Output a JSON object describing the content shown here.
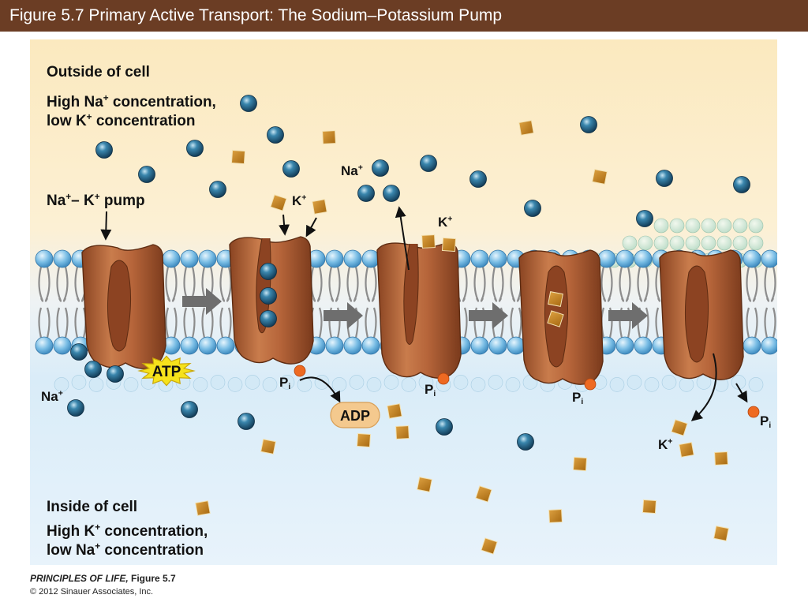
{
  "slide": {
    "title": "Figure 5.7  Primary Active Transport: The Sodium–Potassium Pump"
  },
  "labels": {
    "outside": "Outside of cell",
    "outside_line1_a": "High Na",
    "outside_line1_sup": "+",
    "outside_line1_b": " concentration,",
    "outside_line2_a": "low K",
    "outside_line2_sup": "+",
    "outside_line2_b": " concentration",
    "pump_a": "Na",
    "pump_sup1": "+",
    "pump_b": "– K",
    "pump_sup2": "+",
    "pump_c": " pump",
    "na_top": "Na",
    "na_sup": "+",
    "k_a": "K",
    "k_sup": "+",
    "atp": "ATP",
    "adp": "ADP",
    "pi": "P",
    "pi_sub": "i",
    "inside": "Inside of cell",
    "inside_line1_a": "High K",
    "inside_line1_sup": "+",
    "inside_line1_b": " concentration,",
    "inside_line2_a": "low Na",
    "inside_line2_sup": "+",
    "inside_line2_b": " concentration"
  },
  "footer": {
    "book": "PRINCIPLES OF LIFE,",
    "figure": " Figure 5.7",
    "copyright": "© 2012 Sinauer Associates, Inc."
  },
  "colors": {
    "title_bar": "#6b3d24",
    "sodium": "#1f5a7a",
    "potassium": "#c8871e",
    "phosphate": "#ee6a22",
    "pump": "#b8693e",
    "atp": "#f6e21c",
    "adp": "#f4c98e"
  }
}
